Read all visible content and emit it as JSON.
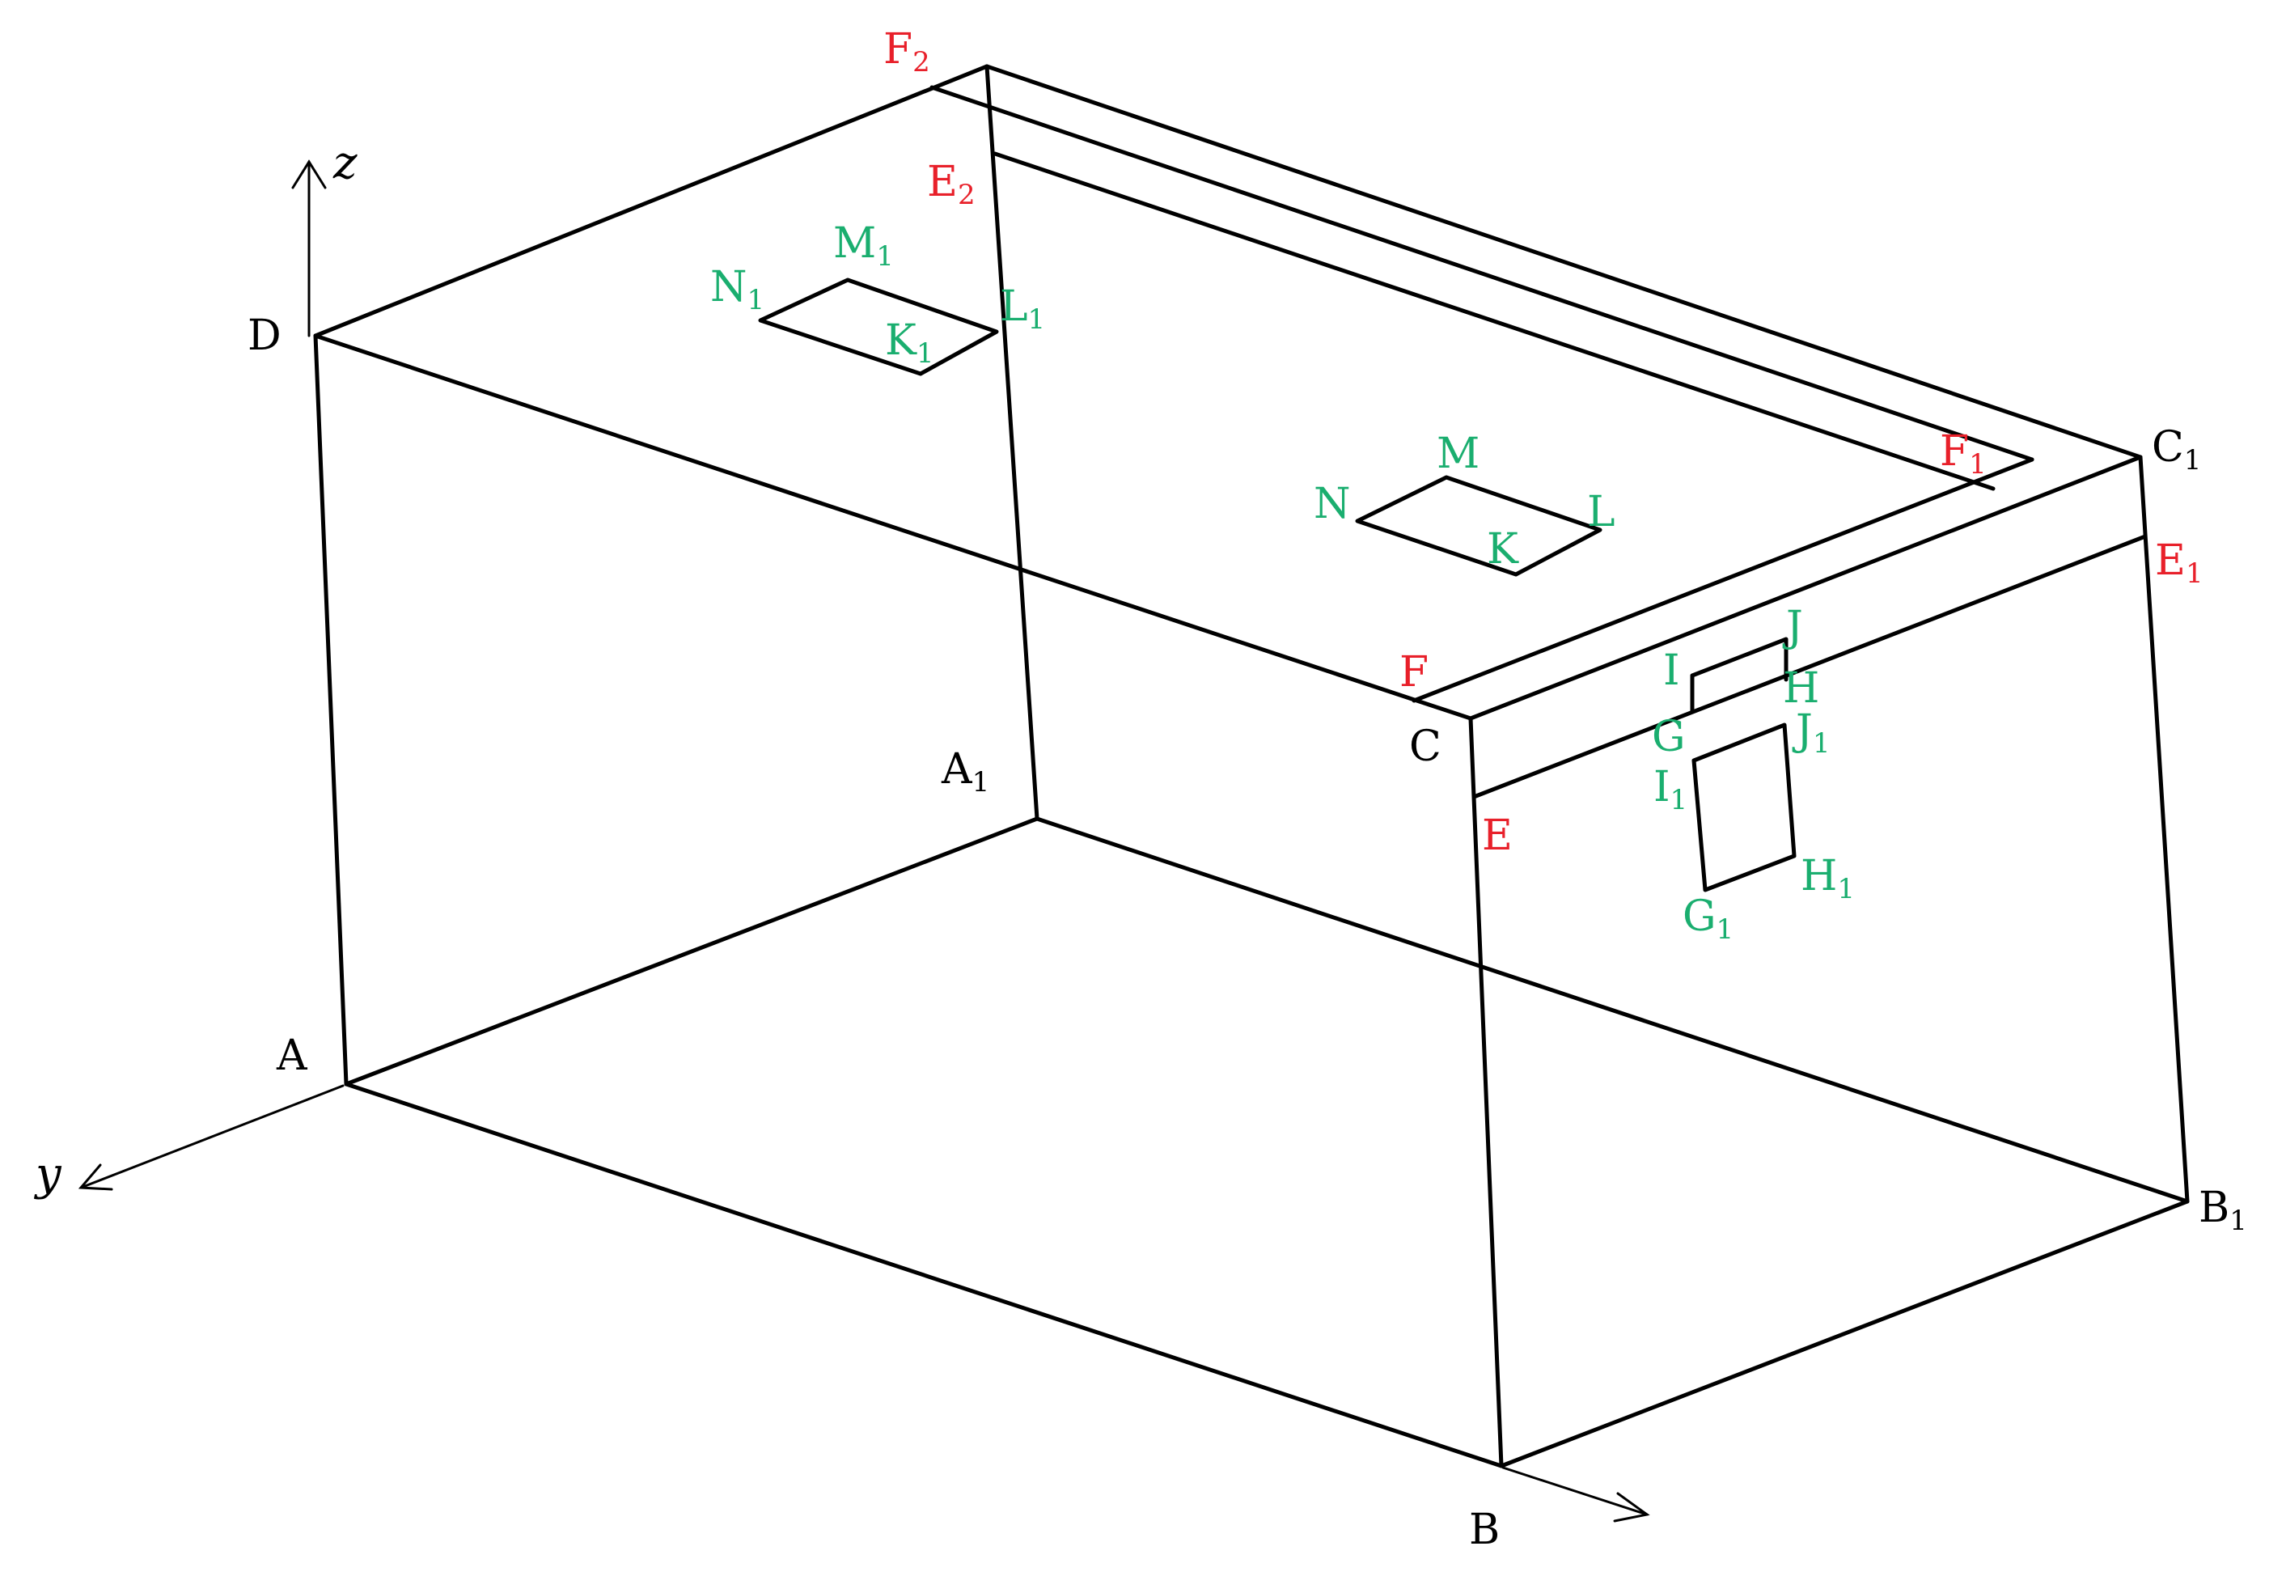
{
  "colors": {
    "vertex": "#000000",
    "boundary": "#e8202a",
    "opening": "#1aae6f"
  },
  "axes": [
    {
      "name": "z",
      "label": "z"
    },
    {
      "name": "y",
      "label": "y"
    },
    {
      "name": "x",
      "label": ""
    }
  ],
  "labels": [
    {
      "id": "D",
      "text": "D",
      "sub": "",
      "color": "vertex"
    },
    {
      "id": "A",
      "text": "A",
      "sub": "",
      "color": "vertex"
    },
    {
      "id": "A1",
      "text": "A",
      "sub": "1",
      "color": "vertex"
    },
    {
      "id": "B",
      "text": "B",
      "sub": "",
      "color": "vertex"
    },
    {
      "id": "B1",
      "text": "B",
      "sub": "1",
      "color": "vertex"
    },
    {
      "id": "C",
      "text": "C",
      "sub": "",
      "color": "vertex"
    },
    {
      "id": "C1",
      "text": "C",
      "sub": "1",
      "color": "vertex"
    },
    {
      "id": "E",
      "text": "E",
      "sub": "",
      "color": "boundary"
    },
    {
      "id": "E1",
      "text": "E",
      "sub": "1",
      "color": "boundary"
    },
    {
      "id": "E2",
      "text": "E",
      "sub": "2",
      "color": "boundary"
    },
    {
      "id": "F",
      "text": "F",
      "sub": "",
      "color": "boundary"
    },
    {
      "id": "F1",
      "text": "F",
      "sub": "1",
      "color": "boundary"
    },
    {
      "id": "F2",
      "text": "F",
      "sub": "2",
      "color": "boundary"
    },
    {
      "id": "N1",
      "text": "N",
      "sub": "1",
      "color": "opening"
    },
    {
      "id": "M1",
      "text": "M",
      "sub": "1",
      "color": "opening"
    },
    {
      "id": "L1",
      "text": "L",
      "sub": "1",
      "color": "opening"
    },
    {
      "id": "K1",
      "text": "K",
      "sub": "1",
      "color": "opening"
    },
    {
      "id": "N",
      "text": "N",
      "sub": "",
      "color": "opening"
    },
    {
      "id": "M",
      "text": "M",
      "sub": "",
      "color": "opening"
    },
    {
      "id": "L",
      "text": "L",
      "sub": "",
      "color": "opening"
    },
    {
      "id": "K",
      "text": "K",
      "sub": "",
      "color": "opening"
    },
    {
      "id": "I",
      "text": "I",
      "sub": "",
      "color": "opening"
    },
    {
      "id": "J",
      "text": "J",
      "sub": "",
      "color": "opening"
    },
    {
      "id": "H",
      "text": "H",
      "sub": "",
      "color": "opening"
    },
    {
      "id": "G",
      "text": "G",
      "sub": "",
      "color": "opening"
    },
    {
      "id": "J1",
      "text": "J",
      "sub": "1",
      "color": "opening"
    },
    {
      "id": "I1",
      "text": "I",
      "sub": "1",
      "color": "opening"
    },
    {
      "id": "H1",
      "text": "H",
      "sub": "1",
      "color": "opening"
    },
    {
      "id": "G1",
      "text": "G",
      "sub": "1",
      "color": "opening"
    }
  ]
}
